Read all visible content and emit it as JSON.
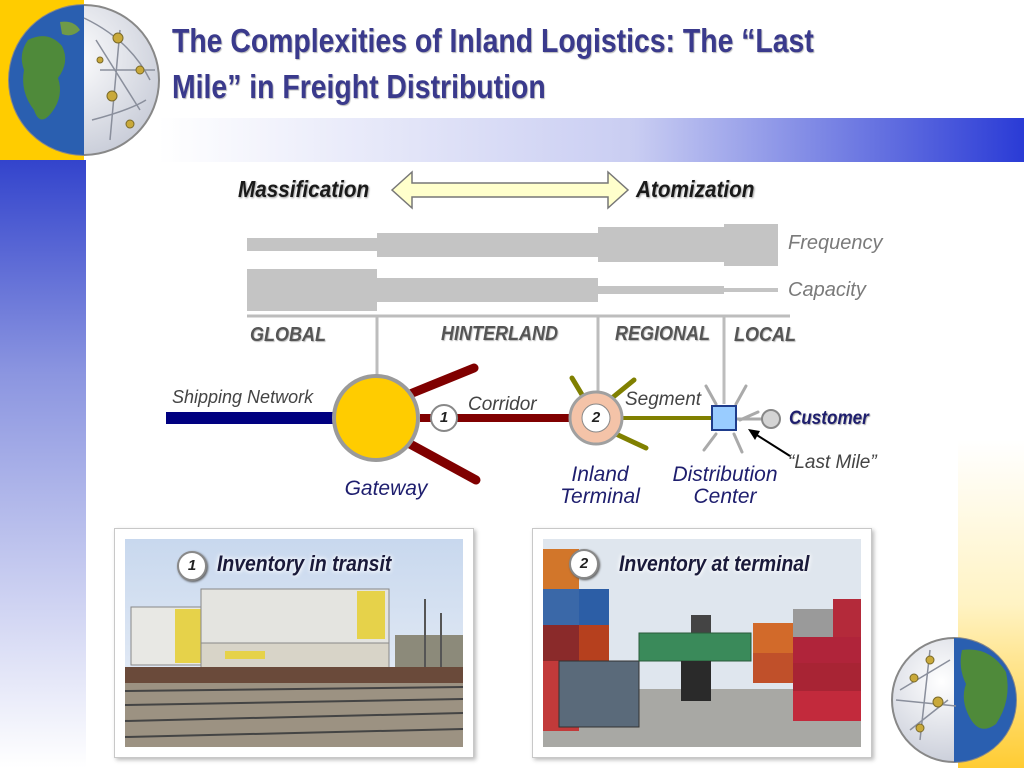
{
  "title": "The Complexities of Inland Logistics: The “Last Mile” in Freight Distribution",
  "header": {
    "left": "Massification",
    "right": "Atomization"
  },
  "metrics": {
    "frequency": "Frequency",
    "capacity": "Capacity"
  },
  "scales": [
    "GLOBAL",
    "HINTERLAND",
    "REGIONAL",
    "LOCAL"
  ],
  "network": {
    "shipping_network": "Shipping Network",
    "corridor": "Corridor",
    "segment": "Segment",
    "customer": "Customer",
    "last_mile": "“Last Mile”",
    "gateway": "Gateway",
    "inland_terminal": [
      "Inland",
      "Terminal"
    ],
    "distribution_center": [
      "Distribution",
      "Center"
    ],
    "marker_1": "1",
    "marker_2": "2"
  },
  "photos": [
    {
      "number": "1",
      "caption": "Inventory in transit"
    },
    {
      "number": "2",
      "caption": "Inventory at terminal"
    }
  ],
  "colors": {
    "title": "#3a3a8c",
    "gateway": "#ffcc00",
    "shipping_network": "#000080",
    "corridor": "#800000",
    "segment": "#808000",
    "distribution_center": "#99ccff"
  }
}
